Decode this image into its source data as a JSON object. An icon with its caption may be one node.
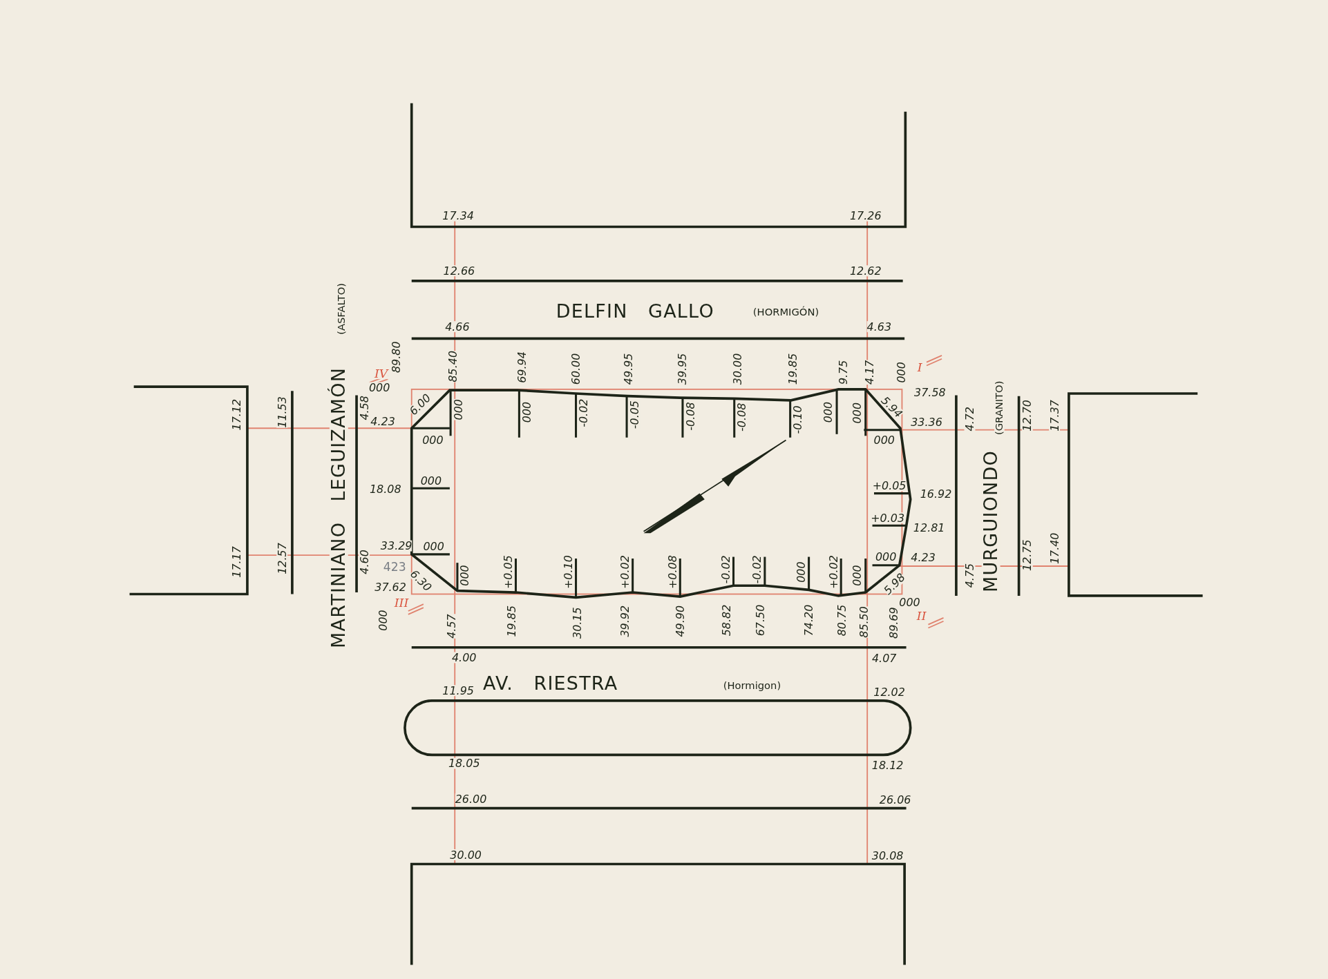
{
  "diagram": {
    "labels": [
      "17.34",
      "17.26",
      "12.66",
      "12.62",
      "DELFIN GALLO",
      "(HORMIGÓN)",
      "4.66",
      "4.63",
      "89.80",
      "IV",
      "85.40",
      "69.94",
      "60.00",
      "49.95",
      "39.95",
      "30.00",
      "19.85",
      "9.75",
      "4.17",
      "000",
      "I",
      "000",
      "4.58",
      "37.58",
      "6.00",
      "000",
      "000",
      "-0.02",
      "-0.05",
      "-0.08",
      "-0.08",
      "-0.10",
      "000",
      "000",
      "5.94",
      "17.12",
      "11.53",
      "4.23",
      "000",
      "000",
      "33.36",
      "4.72",
      "12.70",
      "17.37",
      "MARTINIANO LEGUIZAMÓN",
      "(ASFALTO)",
      "MURGUIONDO",
      "(GRANITO)",
      "18.08",
      "000",
      "+0.05",
      "16.92",
      "+0.03",
      "12.81",
      "33.29",
      "000",
      "000",
      "4.23",
      "17.17",
      "12.57",
      "4.60",
      "423",
      "6.30",
      "+0.05",
      "+0.10",
      "+0.02",
      "+0.08",
      "-0.02",
      "-0.02",
      "000",
      "+0.02",
      "000",
      "000",
      "5.98",
      "4.75",
      "12.75",
      "17.40",
      "37.62",
      "III",
      "000",
      "000",
      "4.57",
      "19.85",
      "30.15",
      "39.92",
      "49.90",
      "58.82",
      "67.50",
      "74.20",
      "80.75",
      "85.50",
      "89.69",
      "II",
      "4.00",
      "4.07",
      "AV. RIESTRA",
      "(Hormigon)",
      "11.95",
      "12.02",
      "18.05",
      "18.12",
      "26.00",
      "26.06",
      "30.00",
      "30.08"
    ]
  }
}
